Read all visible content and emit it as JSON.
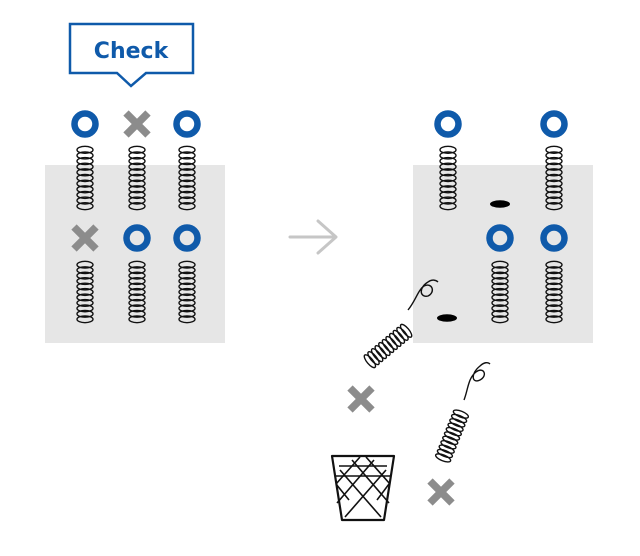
{
  "callout": {
    "label": "Check"
  },
  "colors": {
    "accent": "#0f5aaa",
    "mark_x": "#8c8c8c",
    "board": "#e6e6e6",
    "spring": "#111111",
    "arrow": "#c6c6c6"
  },
  "icons": {
    "ok": "ok-ring-icon",
    "fail": "fail-x-icon",
    "flow": "arrow-right-icon",
    "discard": "trash-bin-icon"
  },
  "before": {
    "top_row": [
      "ok",
      "fail",
      "ok"
    ],
    "bottom_row": [
      "fail",
      "ok",
      "ok"
    ]
  },
  "after": {
    "top_row": [
      "ok",
      "empty",
      "ok"
    ],
    "bottom_row": [
      "empty",
      "ok",
      "ok"
    ]
  }
}
